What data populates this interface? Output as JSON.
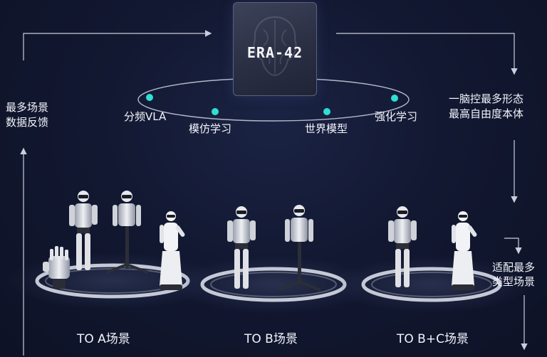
{
  "center": {
    "title": "ERA-42",
    "icon": "brain-chip-icon"
  },
  "capabilities": [
    {
      "label": "分频VLA"
    },
    {
      "label": "模仿学习"
    },
    {
      "label": "世界模型"
    },
    {
      "label": "强化学习"
    }
  ],
  "side_notes": {
    "left": [
      "最多场景",
      "数据反馈"
    ],
    "right_top": [
      "一脑控最多形态",
      "最高自由度本体"
    ],
    "right_bottom": [
      "适配最多",
      "类型场景"
    ]
  },
  "scenes": [
    {
      "label": "TO A场景"
    },
    {
      "label": "TO B场景"
    },
    {
      "label": "TO B+C场景"
    }
  ],
  "colors": {
    "background": "#121831",
    "accent_dot": "#2fe0d2",
    "line": "#c9cedc",
    "platform_ring": "#d8dce8"
  }
}
